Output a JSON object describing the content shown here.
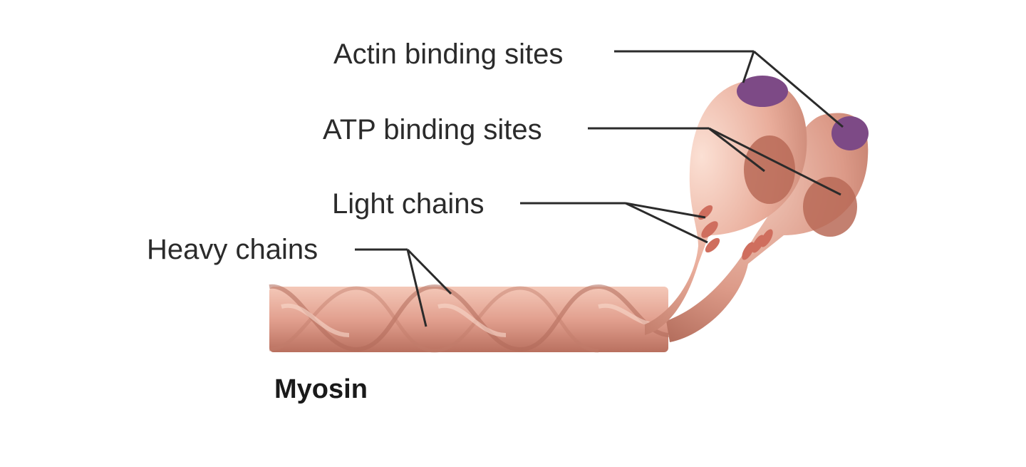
{
  "diagram": {
    "title": "Myosin",
    "labels": {
      "actin": "Actin binding sites",
      "atp": "ATP binding sites",
      "light": "Light chains",
      "heavy": "Heavy chains"
    },
    "colors": {
      "protein": "#e2a08f",
      "protein_dark": "#b9705f",
      "protein_light": "#f7d2c4",
      "actin_site": "#7d4a86",
      "atp_site": "#b86a57",
      "light_chain": "#cf6e5e",
      "leader_line": "#2b2b2b"
    }
  }
}
